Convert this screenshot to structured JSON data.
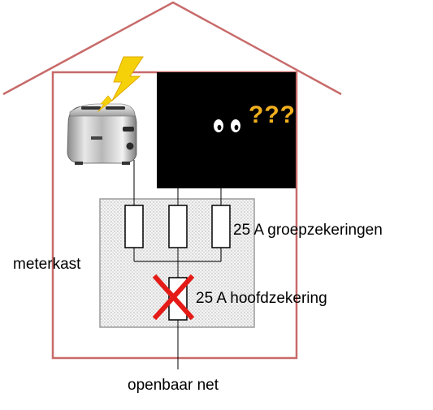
{
  "labels": {
    "group_fuses": "25 A groepzekeringen",
    "main_fuse": "25 A hoofdzekering",
    "meter_box": "meterkast",
    "public_grid": "openbaar net",
    "question_marks": "???"
  },
  "icons": [
    "house-outline",
    "toaster-icon",
    "lightning-bolt-icon",
    "blackout-eyes-icon",
    "fuse-icon",
    "cross-mark-icon"
  ],
  "colors": {
    "house_outline": "#c86a6a",
    "dark_room": "#000000",
    "meter_box_border": "#9a9a9a",
    "cross": "#e41b17",
    "bolt": "#f5d10a",
    "question_marks": "#f2b01e"
  },
  "state": {
    "main_fuse_blown": true
  }
}
